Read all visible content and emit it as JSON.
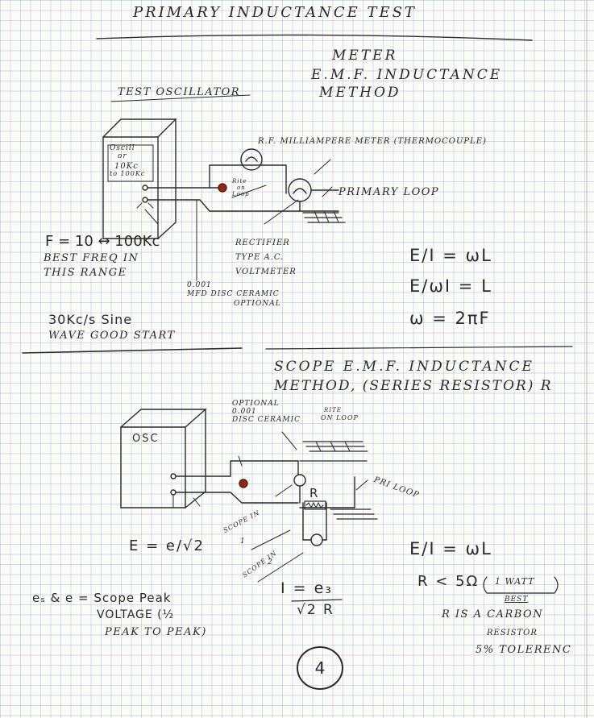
{
  "title": "Primary Inductance Test",
  "section1": {
    "heading_line1": "Meter",
    "heading_line2": "E.M.F. Inductance",
    "heading_line3": "Method",
    "test_oscillator": "Test Oscillator",
    "osc_box": [
      "Oscill",
      "or",
      "10Kc",
      "to 100Kc"
    ],
    "rf_meter": "R.F. Milliampere Meter (Thermocouple)",
    "rite_on_loop": [
      "Rite",
      "on",
      "Loop"
    ],
    "primary_loop": "Primary Loop",
    "freq_range": "F = 10 ↔ 100Kc",
    "best_freq_1": "Best Freq in",
    "best_freq_2": "This Range",
    "rectifier": [
      "Rectifier",
      "Type A.C.",
      "Voltmeter"
    ],
    "capacitor": [
      "0.001",
      "μFd Disc Ceramic",
      "Optional"
    ],
    "start_1": "30Kc/s Sine",
    "start_2": "Wave Good Start",
    "formula_1": "E/I = ωL",
    "formula_2": "E/ωI = L",
    "formula_3": "ω = 2πF"
  },
  "section2": {
    "heading_line1": "Scope E.M.F. Inductance",
    "heading_line2": "Method, (Series Resistor) R",
    "optional_cap": [
      "Optional",
      "0.001",
      "Disc Ceramic"
    ],
    "rite_on_loop": [
      "Rite",
      "on Loop"
    ],
    "osc": "OSC",
    "pri_loop": "Pri Loop",
    "resistor_label": "R",
    "scope_in_1": [
      "Scope In",
      "1"
    ],
    "scope_in_2": [
      "Scope In",
      "2"
    ],
    "formula_e": "E = e/√2",
    "formula_i_num": "I = e₃",
    "formula_i_den": "√2 R",
    "formula_ei": "E/I = ωL",
    "formula_r": "R < 5Ω",
    "one_watt": "1 watt",
    "best": "Best",
    "scope_peak_1": "eₛ & e = Scope Peak",
    "scope_peak_2": "Voltage (½",
    "scope_peak_3": "Peak to Peak)",
    "carbon_1": "R is a Carbon",
    "carbon_2": "Resistor",
    "carbon_3": "5% Tolerenc"
  },
  "page_number": "4",
  "colors": {
    "ink": "#2b2b2b",
    "grid": "#8aa0c8",
    "dot": "#8a2a1e",
    "paper": "#fbfbf8"
  }
}
